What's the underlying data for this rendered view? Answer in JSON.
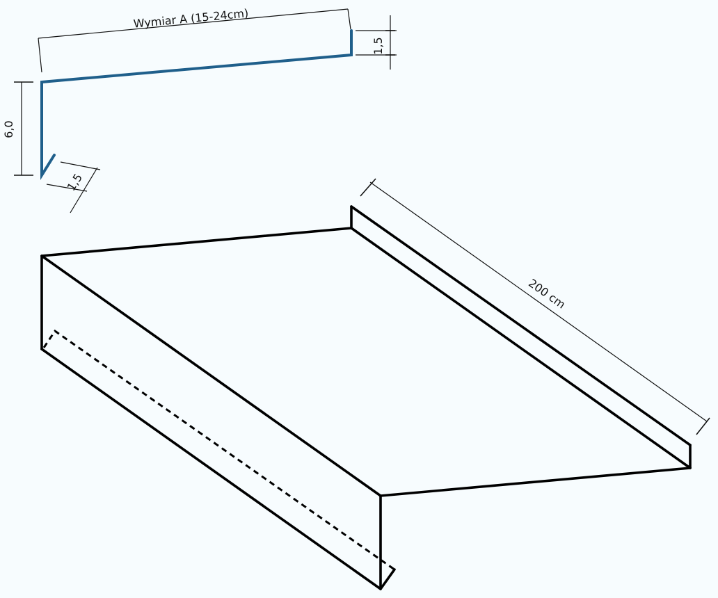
{
  "diagram": {
    "labels": {
      "width_a": "Wymiar A (15-24cm)",
      "drip_height": "1,5",
      "front_height": "6,0",
      "bend_length": "1,5",
      "length": "200 cm"
    },
    "colors": {
      "background": "#f7fcfe",
      "profile": "#1f5f8b",
      "lines": "#000000"
    }
  }
}
